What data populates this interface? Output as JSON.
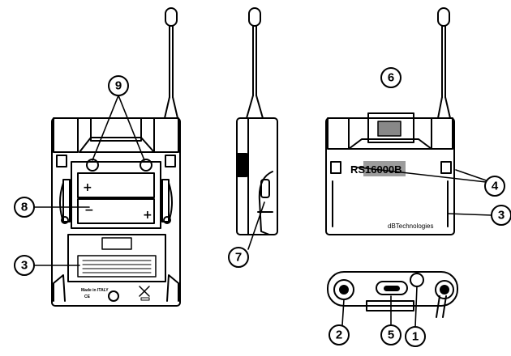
{
  "diagram": {
    "callouts": {
      "c9": "9",
      "c8": "8",
      "c3_left": "3",
      "c7": "7",
      "c6": "6",
      "c4": "4",
      "c3_right": "3",
      "c2": "2",
      "c5": "5",
      "c1": "1"
    },
    "back_view": {
      "made_in": "Made in ITALY",
      "ce_mark": "CE"
    },
    "front_view": {
      "model_prefix": "RS",
      "model_number": "16000B",
      "brand": "dBTechnologies"
    }
  }
}
